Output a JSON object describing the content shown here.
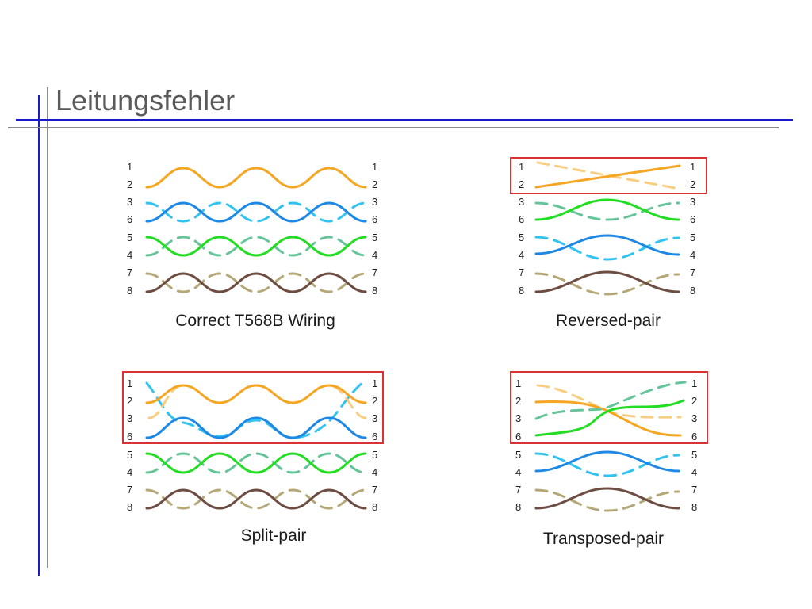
{
  "title": "Leitungsfehler",
  "colors": {
    "blue_rule": "#1a1acc",
    "gray_rule": "#8c8c8c",
    "title_text": "#5a5a5a",
    "highlight_box": "#d93333",
    "orange": "#f5a623",
    "orange_light": "#f8cf82",
    "blue": "#1e88e5",
    "blue_light": "#33c3f0",
    "green": "#22dd22",
    "green_light": "#66c49a",
    "brown": "#6d4c41",
    "brown_light": "#b5a878"
  },
  "panels": [
    {
      "caption": "Correct T568B Wiring",
      "pairs": [
        {
          "left_pins": [
            "1",
            "2"
          ],
          "right_pins": [
            "1",
            "2"
          ],
          "color": "orange"
        },
        {
          "left_pins": [
            "3",
            "6"
          ],
          "right_pins": [
            "3",
            "6"
          ],
          "color": "blue"
        },
        {
          "left_pins": [
            "5",
            "4"
          ],
          "right_pins": [
            "5",
            "4"
          ],
          "color": "green"
        },
        {
          "left_pins": [
            "7",
            "8"
          ],
          "right_pins": [
            "7",
            "8"
          ],
          "color": "brown"
        }
      ]
    },
    {
      "caption": "Reversed-pair",
      "pairs": [
        {
          "left_pins": [
            "1",
            "2"
          ],
          "right_pins": [
            "1",
            "2"
          ],
          "color": "orange",
          "highlighted": true
        },
        {
          "left_pins": [
            "3",
            "6"
          ],
          "right_pins": [
            "3",
            "6"
          ],
          "color": "green"
        },
        {
          "left_pins": [
            "5",
            "4"
          ],
          "right_pins": [
            "5",
            "4"
          ],
          "color": "blue"
        },
        {
          "left_pins": [
            "7",
            "8"
          ],
          "right_pins": [
            "7",
            "8"
          ],
          "color": "brown"
        }
      ]
    },
    {
      "caption": "Split-pair",
      "pairs": [
        {
          "left_pins": [
            "1",
            "2"
          ],
          "right_pins": [
            "1",
            "2"
          ],
          "color": "orange",
          "highlighted": true
        },
        {
          "left_pins": [
            "3",
            "6"
          ],
          "right_pins": [
            "3",
            "6"
          ],
          "color": "blue",
          "highlighted": true
        },
        {
          "left_pins": [
            "5",
            "4"
          ],
          "right_pins": [
            "5",
            "4"
          ],
          "color": "green"
        },
        {
          "left_pins": [
            "7",
            "8"
          ],
          "right_pins": [
            "7",
            "8"
          ],
          "color": "brown"
        }
      ]
    },
    {
      "caption": "Transposed-pair",
      "pairs": [
        {
          "left_pins": [
            "1",
            "2"
          ],
          "right_pins": [
            "1",
            "2"
          ],
          "color": "orange",
          "highlighted": true
        },
        {
          "left_pins": [
            "3",
            "6"
          ],
          "right_pins": [
            "3",
            "6"
          ],
          "color": "green",
          "highlighted": true
        },
        {
          "left_pins": [
            "5",
            "4"
          ],
          "right_pins": [
            "5",
            "4"
          ],
          "color": "blue"
        },
        {
          "left_pins": [
            "7",
            "8"
          ],
          "right_pins": [
            "7",
            "8"
          ],
          "color": "brown"
        }
      ]
    }
  ]
}
